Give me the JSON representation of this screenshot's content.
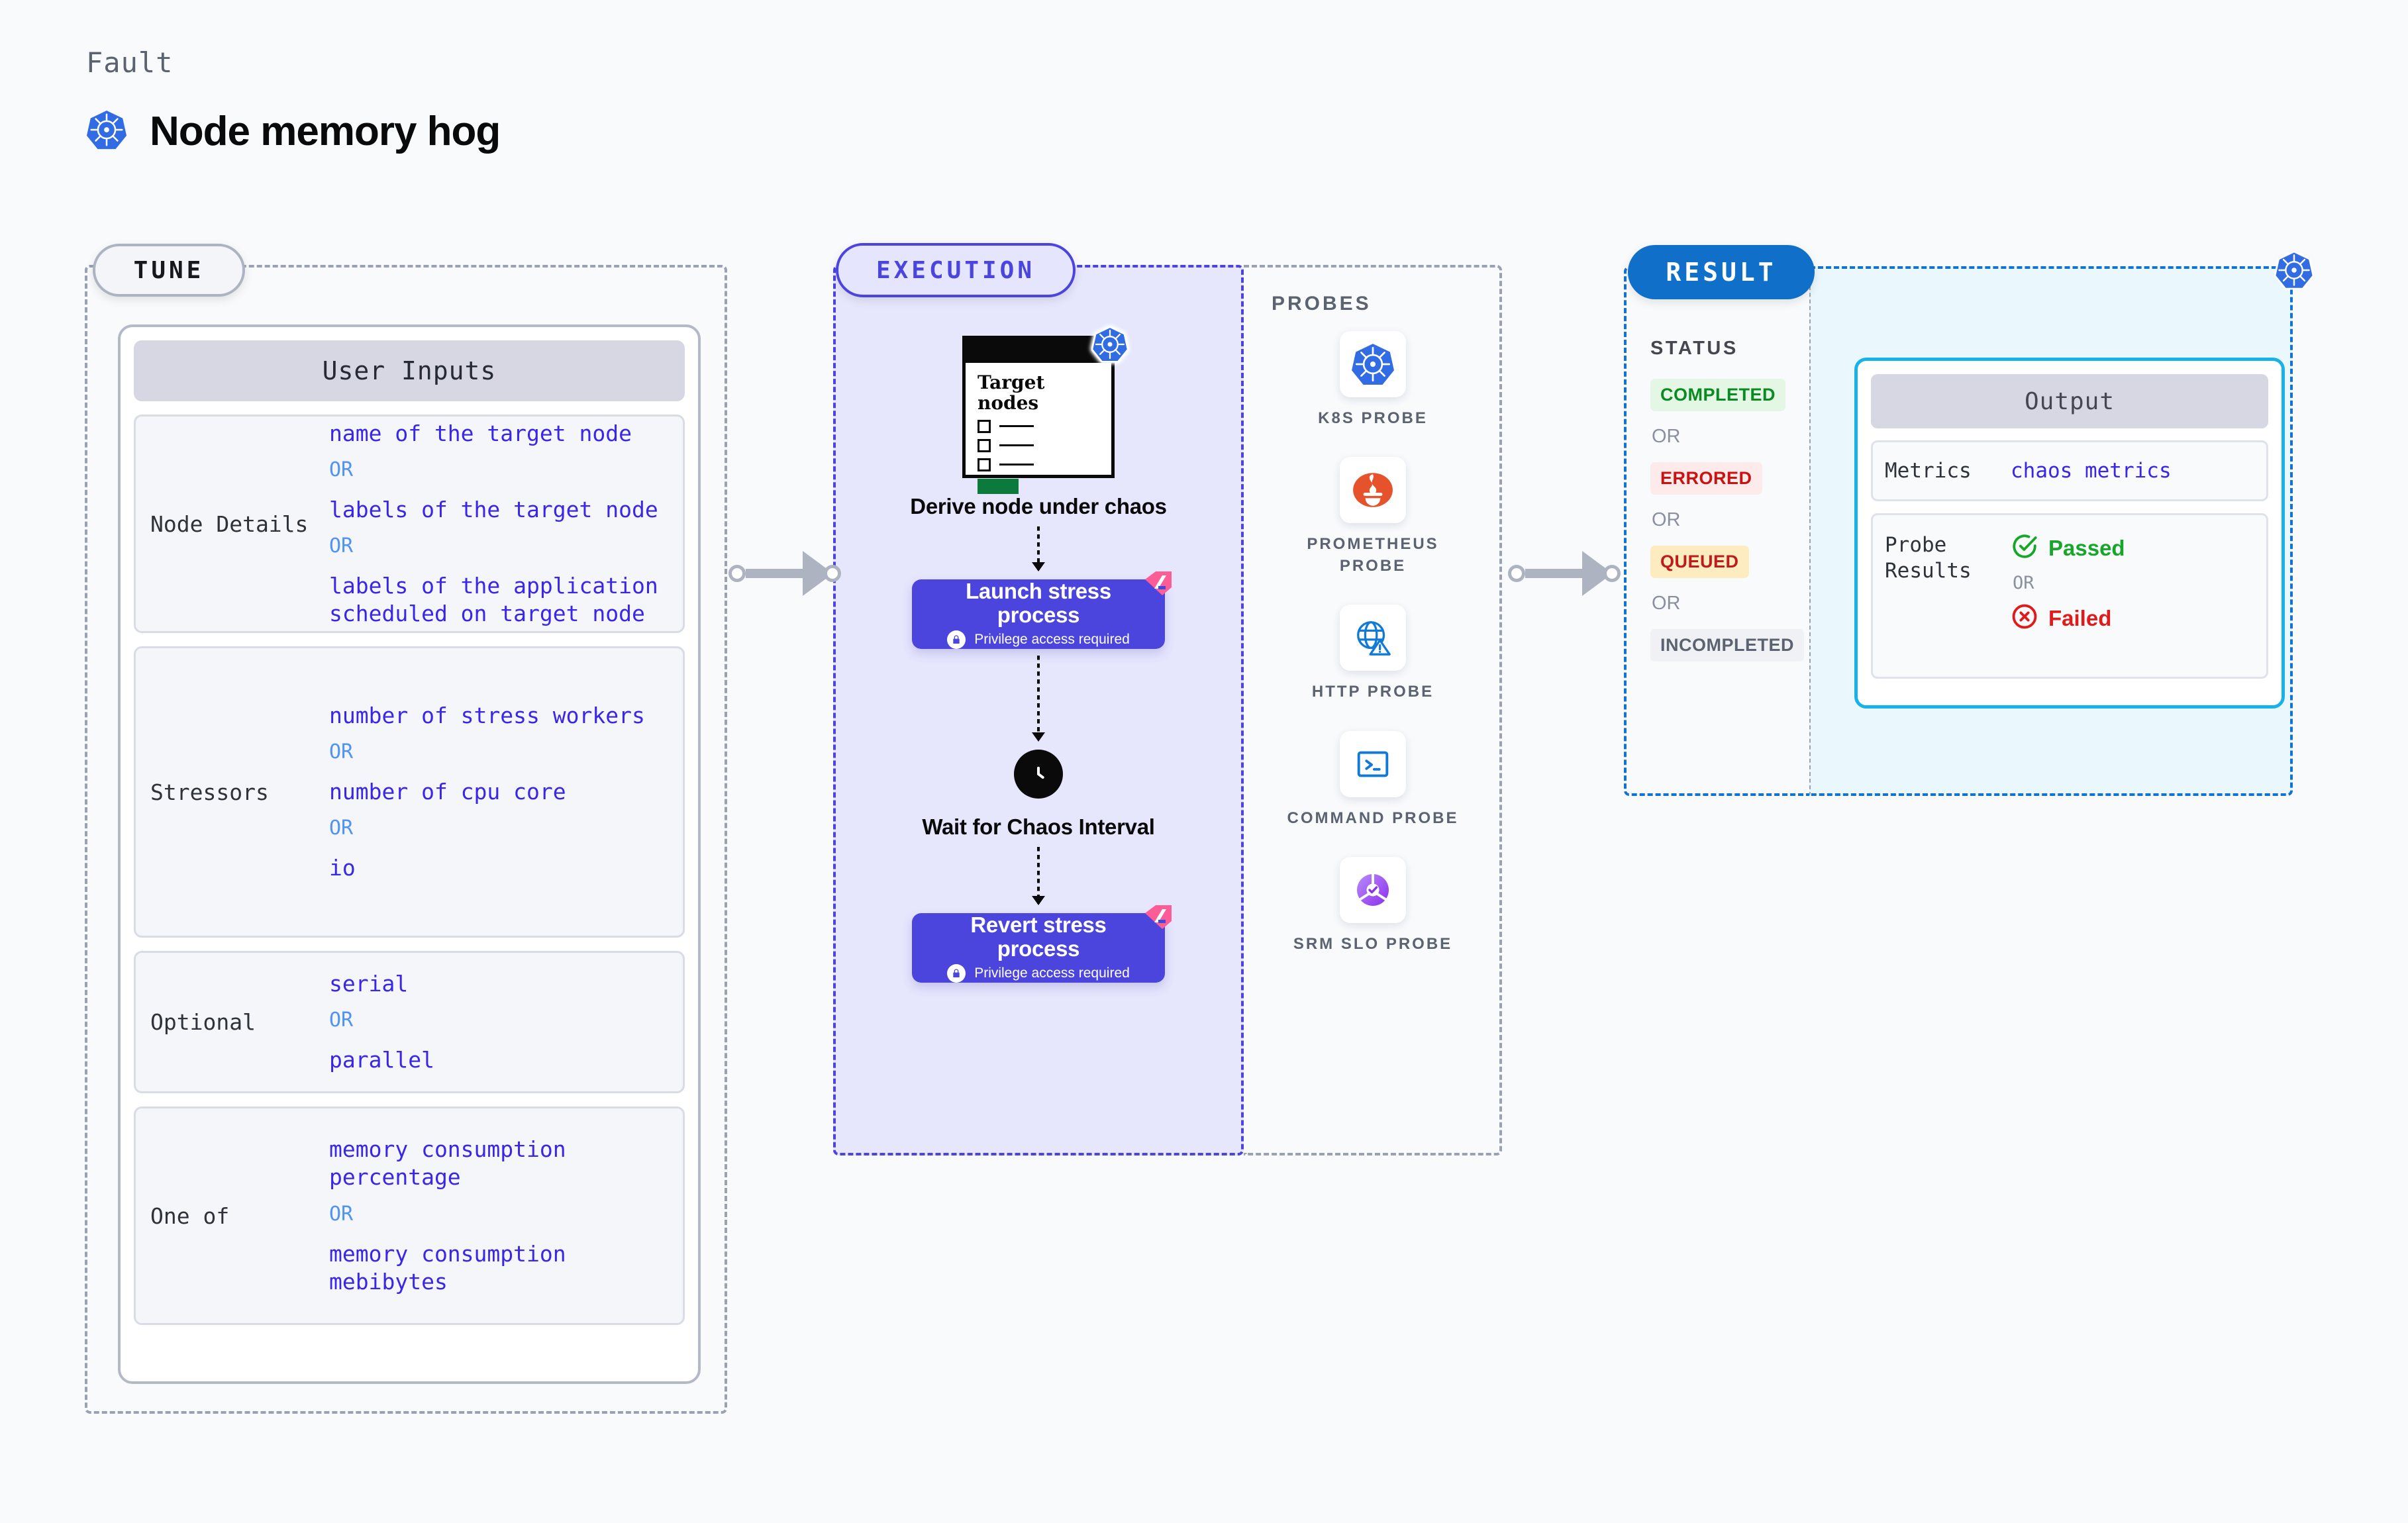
{
  "header": {
    "fault_label": "Fault",
    "fault_title": "Node memory hog",
    "icon": "kubernetes-icon"
  },
  "sections": {
    "tune": {
      "label": "TUNE"
    },
    "execution": {
      "label": "EXECUTION"
    },
    "probes": {
      "label": "PROBES"
    },
    "result": {
      "label": "RESULT"
    }
  },
  "tune": {
    "card_title": "User Inputs",
    "groups": [
      {
        "label": "Node Details",
        "values": [
          "name of the target node",
          "labels of the target node",
          "labels of the application scheduled on target node"
        ],
        "or": "OR"
      },
      {
        "label": "Stressors",
        "values": [
          "number of stress workers",
          "number of cpu core",
          "io"
        ],
        "or": "OR"
      },
      {
        "label": "Optional",
        "values": [
          "serial",
          "parallel"
        ],
        "or": "OR"
      },
      {
        "label": "One of",
        "values": [
          "memory consumption percentage",
          "memory consumption mebibytes"
        ],
        "or": "OR"
      }
    ]
  },
  "execution": {
    "steps": [
      {
        "id": "derive-node",
        "card_title": "Target nodes",
        "caption": "Derive node under chaos",
        "badge": "kubernetes-icon"
      },
      {
        "id": "launch-stress",
        "title": "Launch stress process",
        "sub": "Privilege access required",
        "lock": "lock-icon",
        "ribbon": "chaos-ribbon-icon"
      },
      {
        "id": "wait-interval",
        "icon": "clock-icon",
        "caption": "Wait for Chaos Interval"
      },
      {
        "id": "revert-stress",
        "title": "Revert stress process",
        "sub": "Privilege access required",
        "lock": "lock-icon",
        "ribbon": "chaos-ribbon-icon"
      }
    ]
  },
  "probes": {
    "title": "PROBES",
    "items": [
      {
        "label": "K8S PROBE",
        "icon": "kubernetes-icon"
      },
      {
        "label": "PROMETHEUS PROBE",
        "icon": "prometheus-icon"
      },
      {
        "label": "HTTP PROBE",
        "icon": "globe-warning-icon"
      },
      {
        "label": "COMMAND PROBE",
        "icon": "terminal-icon"
      },
      {
        "label": "SRM SLO PROBE",
        "icon": "srm-slo-icon"
      }
    ]
  },
  "result": {
    "status_title": "STATUS",
    "or": "OR",
    "statuses": [
      {
        "label": "COMPLETED",
        "color": "#0b8a23",
        "bg": "#e4f7e4"
      },
      {
        "label": "ERRORED",
        "color": "#cc1111",
        "bg": "#fdeaea"
      },
      {
        "label": "QUEUED",
        "color": "#bf1b1b",
        "bg": "#fcecc0"
      },
      {
        "label": "INCOMPLETED",
        "color": "#5c6370",
        "bg": "#f0f1f5"
      }
    ],
    "output": {
      "title": "Output",
      "metrics_label": "Metrics",
      "metrics_value": "chaos metrics",
      "probe_results_label": "Probe Results",
      "passed": "Passed",
      "failed": "Failed",
      "or": "OR",
      "passed_color": "#16a62a",
      "failed_color": "#e01b1b"
    },
    "badge": "kubernetes-icon"
  },
  "colors": {
    "accent_purple": "#4b44dd",
    "accent_blue": "#0f6fc9",
    "cyan": "#17b3e8",
    "value_blue": "#3926e8"
  }
}
